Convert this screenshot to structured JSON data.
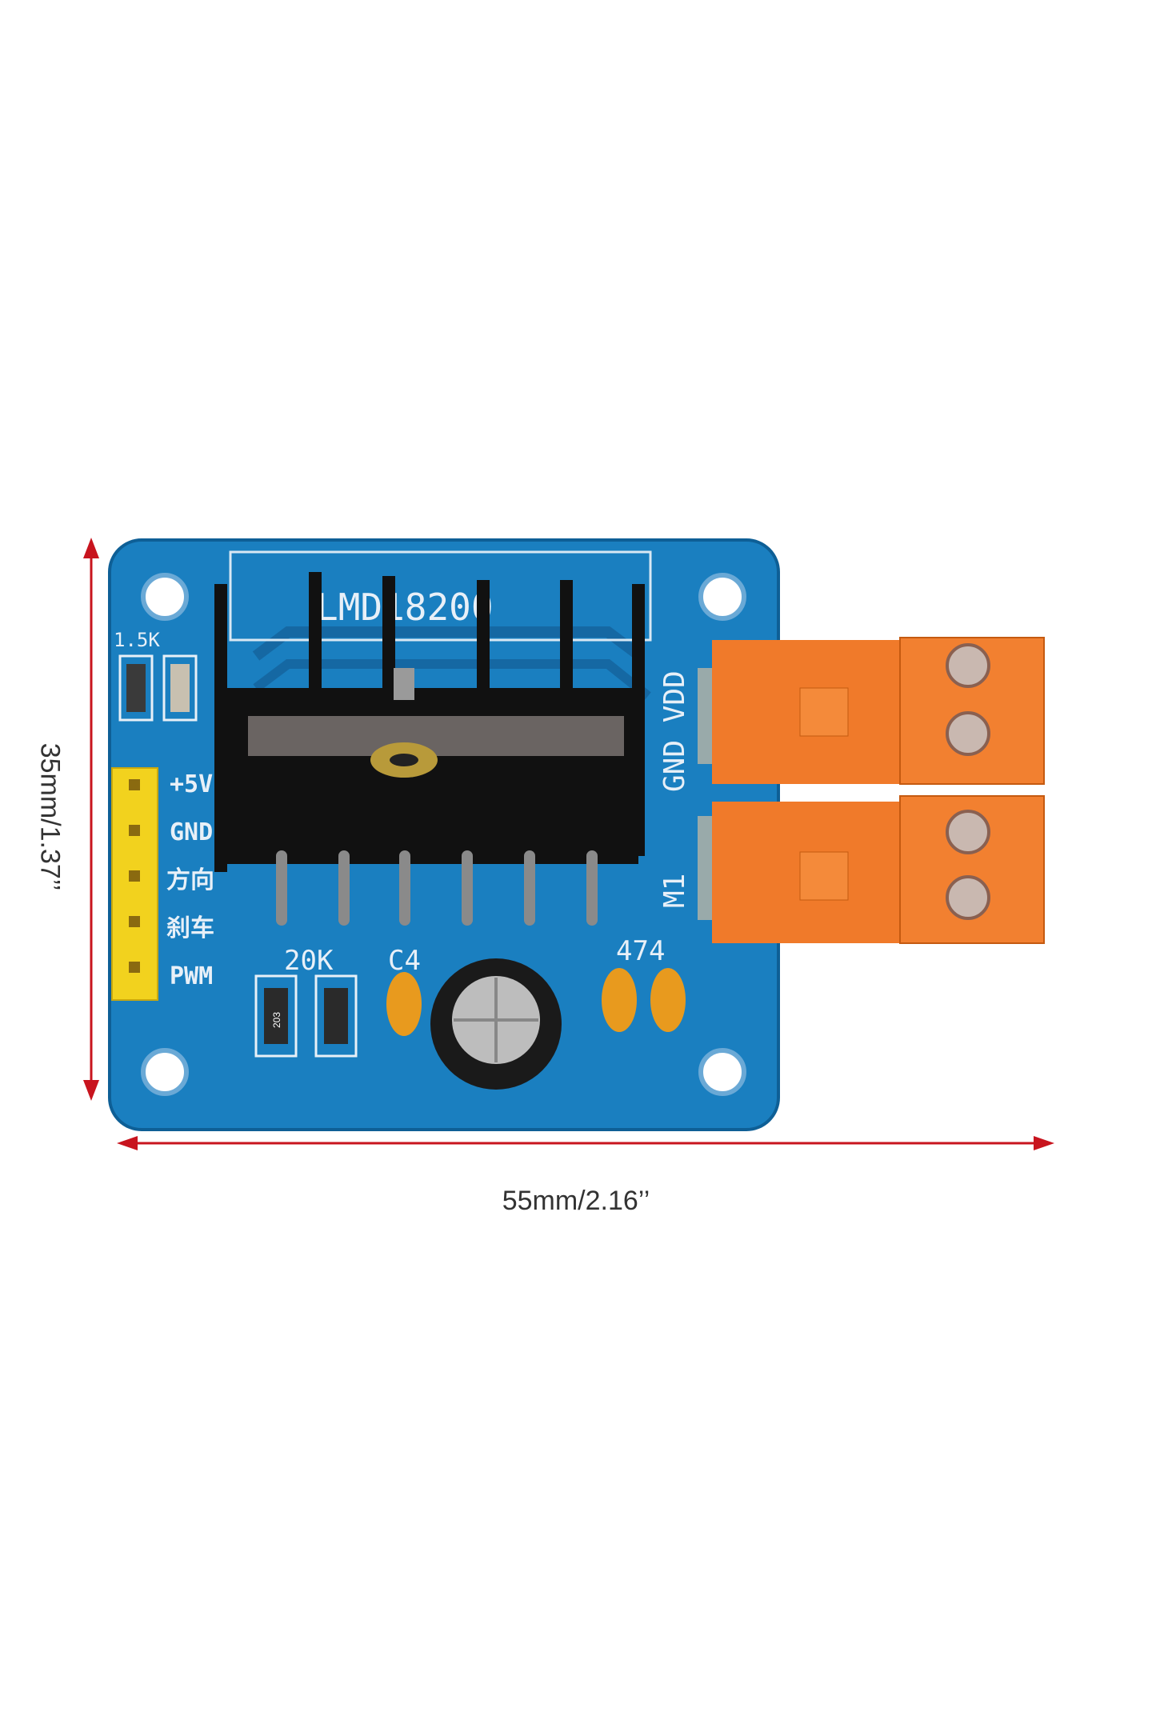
{
  "dimensions": {
    "width_label": "55mm/2.16’’",
    "height_label": "35mm/1.37’’"
  },
  "board": {
    "chip_label": "LMD18200",
    "resistor_label": "1.5K",
    "header_labels": [
      "+5V",
      "GND",
      "方向",
      "刹车",
      "PWM"
    ],
    "power_label": "GND VDD",
    "motor_label": "M1",
    "res_label_bottom": "20K",
    "cap_label": "C4",
    "cap2_label": "474",
    "smd_code": "203"
  },
  "colors": {
    "pcb": "#1a7fc0",
    "terminal": "#f07a2a",
    "header": "#f2d21e",
    "arrow": "#c8141e"
  }
}
